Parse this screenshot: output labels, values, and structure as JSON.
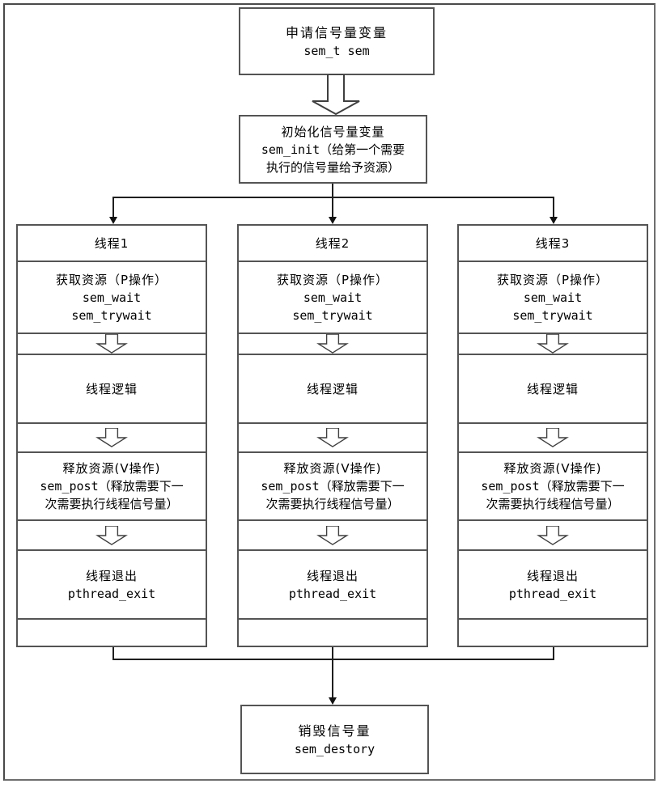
{
  "diagram": {
    "top_box": {
      "line1": "申请信号量变量",
      "line2": "sem_t sem"
    },
    "init_box": {
      "line1": "初始化信号量变量",
      "line2": "sem_init（给第一个需要",
      "line3": "执行的信号量给予资源）"
    },
    "columns": [
      {
        "title": "线程1"
      },
      {
        "title": "线程2"
      },
      {
        "title": "线程3"
      }
    ],
    "thread_cells": {
      "acquire": {
        "line1": "获取资源（P操作）",
        "line2": "sem_wait",
        "line3": "sem_trywait"
      },
      "logic": "线程逻辑",
      "release": {
        "line1": "释放资源(V操作)",
        "line2": "sem_post（释放需要下一",
        "line3": "次需要执行线程信号量）"
      },
      "exit": {
        "line1": "线程退出",
        "line2": "pthread_exit"
      }
    },
    "destroy_box": {
      "line1": "销毁信号量",
      "line2": "sem_destory"
    }
  },
  "colors": {
    "background": "#ffffff",
    "box_border": "#545454",
    "frame_border": "#6e6e6e",
    "connector_line": "#1f1f1f",
    "text": "#000000"
  }
}
